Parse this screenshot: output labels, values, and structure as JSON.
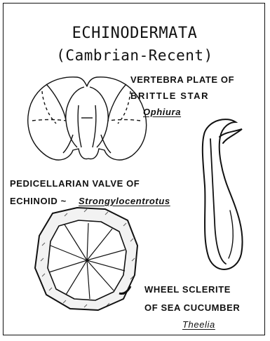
{
  "title": {
    "line1": "ECHINODERMATA",
    "line2": "(Cambrian-Recent)"
  },
  "labels": {
    "brittle_star": {
      "line1": "VERTEBRA PLATE OF",
      "line2": "BRITTLE STAR",
      "genus": "Ophiura"
    },
    "echinoid": {
      "line1": "PEDICELLARIAN VALVE OF",
      "line2_prefix": "ECHINOID ~",
      "genus": "Strongylocentrotus"
    },
    "sea_cucumber": {
      "line1": "WHEEL SCLERITE",
      "line2": "OF SEA CUCUMBER",
      "genus": "Theelia"
    }
  }
}
